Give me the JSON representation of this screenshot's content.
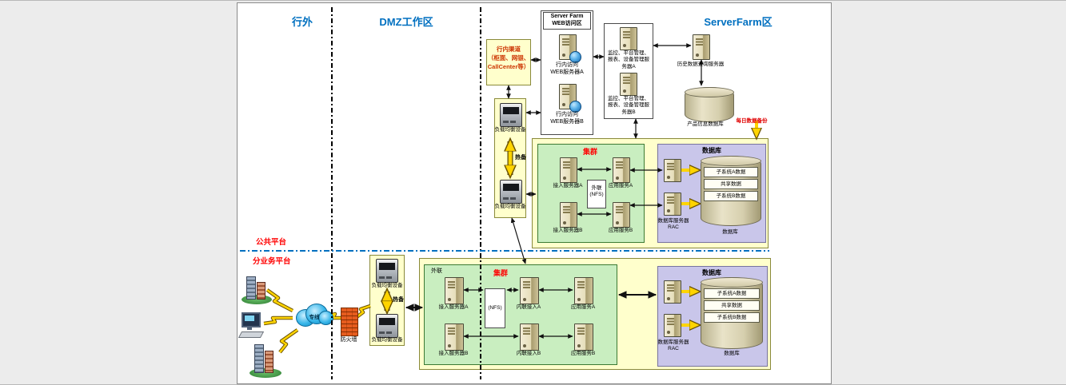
{
  "colors": {
    "zone_label": "#0070c0",
    "platform_label": "#ff0000",
    "cluster_label": "#ff0000",
    "channel_text": "#cc3300",
    "yellow_box": "#ffffcc",
    "green_box": "#c9eec0",
    "purple_box": "#c9c6ea",
    "arrow_yellow": "#ffd400"
  },
  "icons": {
    "server": "server-tower-icon",
    "web_globe": "globe-icon",
    "load_balancer": "load-balancer-icon",
    "database_cylinder": "database-cylinder-icon",
    "firewall": "firewall-brick-icon",
    "cloud": "wan-cloud-icon",
    "building": "office-building-icon",
    "workstation": "desktop-computer-icon",
    "lightning": "lightning-link-icon"
  },
  "zones": {
    "outside": "行外",
    "dmz": "DMZ工作区",
    "serverfarm": "ServerFarm区"
  },
  "platforms": {
    "public": "公共平台",
    "business": "分业务平台"
  },
  "web_area": {
    "title": "Server Farm\nWEB访问区",
    "server_a": "行内访问\nWEB服务器A",
    "server_b": "行内访问\nWEB服务器B"
  },
  "channel": {
    "text": "行内渠道\n（柜面、网银、\nCallCenter等）"
  },
  "lb_top": {
    "label_a": "负载均衡设备",
    "label_b": "负载均衡设备",
    "hot": "热备"
  },
  "monitor": {
    "server_a": "监控、平台管理、报表、设备管理服务器A",
    "server_b": "监控、平台管理、报表、设备管理服务器B"
  },
  "history": {
    "label": "历史数据查询服务器"
  },
  "product_db": {
    "label": "产品信息数据库",
    "backup": "每日数据备份"
  },
  "mid_cluster": {
    "title": "集群",
    "access_a": "接入服务器A",
    "access_b": "接入服务器B",
    "nfs": "外联\n(NFS)",
    "app_a": "应用服务A",
    "app_b": "应用服务B",
    "db_title": "数据库",
    "rac_label": "数据库服务器\nRAC",
    "segments": [
      "子系统A数据",
      "共享数据",
      "子系统B数据"
    ],
    "cyl_label": "数据库"
  },
  "bottom_cluster": {
    "title": "集群",
    "external": "外联",
    "access_a": "接入服务器A",
    "access_b": "接入服务器B",
    "nfs": "(NFS)",
    "inner_a": "内联接入A",
    "inner_b": "内联接入B",
    "app_a": "应用服务A",
    "app_b": "应用服务B",
    "db_title": "数据库",
    "rac_label": "数据库服务器\nRAC",
    "segments": [
      "子系统A数据",
      "共享数据",
      "子系统B数据"
    ],
    "cyl_label": "数据库"
  },
  "dmz": {
    "lb_a": "负载均衡设备",
    "lb_b": "负载均衡设备",
    "hot": "热备",
    "firewall": "防火墙",
    "line": "专线"
  }
}
